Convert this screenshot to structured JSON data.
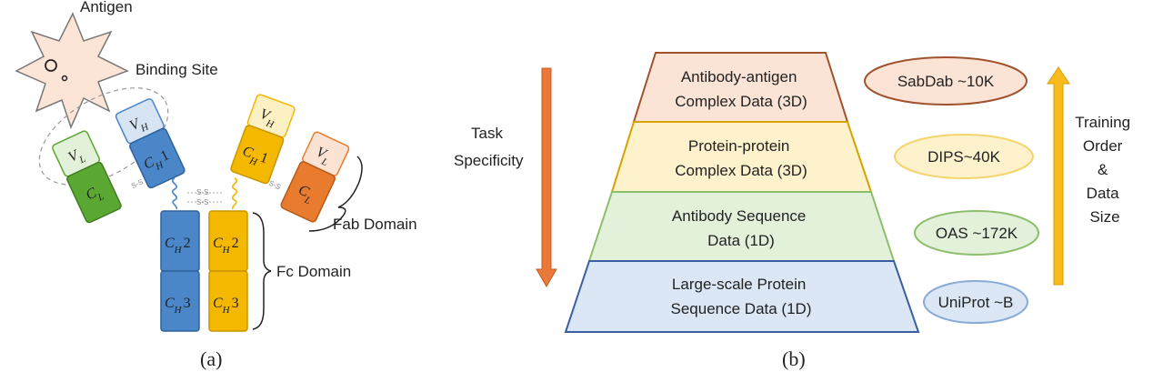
{
  "panel_a": {
    "caption": "(a)",
    "antigen_label": "Antigen",
    "binding_site_label": "Binding Site",
    "fab_domain_label": "Fab Domain",
    "fc_domain_label": "Fc Domain",
    "disulfide_label": "S-S",
    "domains": {
      "vh": "V",
      "vh_sub": "H",
      "vl": "V",
      "vl_sub": "L",
      "ch1": "C",
      "ch1_sub": "H",
      "ch1_num": "1",
      "cl": "C",
      "cl_sub": "L",
      "ch2": "C",
      "ch2_sub": "H",
      "ch2_num": "2",
      "ch3": "C",
      "ch3_sub": "H",
      "ch3_num": "3"
    },
    "colors": {
      "heavy_blue": "#4a86c8",
      "heavy_blue_light": "#d6e4f3",
      "heavy_yellow": "#f4b800",
      "heavy_yellow_light": "#fdf0c2",
      "light_green": "#5aa832",
      "light_green_light": "#e3f1da",
      "light_orange": "#e87b2e",
      "light_orange_light": "#fbe3d3",
      "antigen": "#fce4d6"
    }
  },
  "panel_b": {
    "caption": "(b)",
    "left_axis_label": [
      "Task",
      "Specificity"
    ],
    "right_axis_label": [
      "Training",
      "Order",
      "&",
      "Data",
      "Size"
    ],
    "tiers": [
      {
        "line1": "Antibody-antigen",
        "line2": "Complex Data (3D)",
        "dataset": "SabDab ~10K",
        "fill": "#fbe4d6",
        "stroke": "#a0522d"
      },
      {
        "line1": "Protein-protein",
        "line2": "Complex Data (3D)",
        "dataset": "DIPS~40K",
        "fill": "#fdf2cc",
        "stroke": "#d4a300"
      },
      {
        "line1": "Antibody Sequence",
        "line2": "Data (1D)",
        "dataset": "OAS ~172K",
        "fill": "#e3f0da",
        "stroke": "#8cbf6a"
      },
      {
        "line1": "Large-scale Protein",
        "line2": "Sequence Data (1D)",
        "dataset": "UniProt ~B",
        "fill": "#dbe7f5",
        "stroke": "#3a5fa0"
      }
    ],
    "arrow_colors": {
      "down": "#e8793a",
      "up": "#f7bb1b"
    }
  }
}
